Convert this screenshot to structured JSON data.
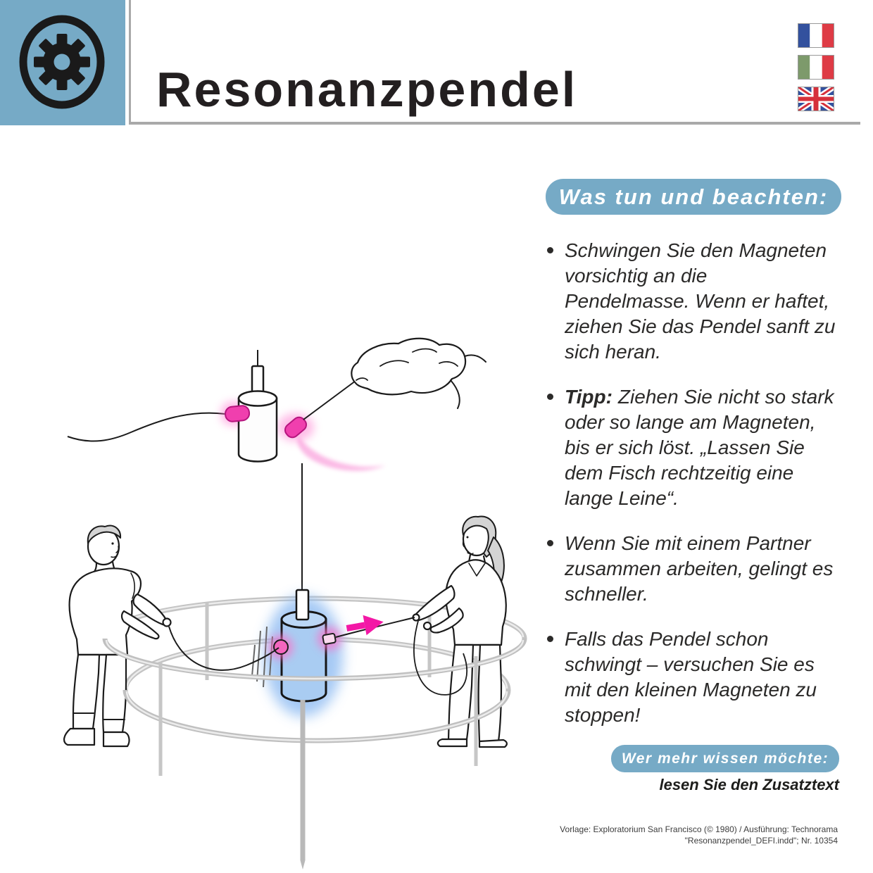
{
  "header": {
    "title": "Resonanzpendel",
    "category_icon": "gear-icon",
    "flags": [
      "france-flag",
      "italy-flag",
      "uk-flag"
    ]
  },
  "instructions": {
    "heading": "Was tun und beachten:",
    "bullets": [
      {
        "prefix": "",
        "text": "Schwingen Sie den Magneten vorsichtig an die Pendelmasse. Wenn er haftet, ziehen Sie das Pendel sanft zu sich heran."
      },
      {
        "prefix": "Tipp:",
        "text": "Ziehen Sie nicht so stark oder so lange am Magneten, bis er sich löst. „Lassen Sie dem Fisch rechtzeitig eine lange Leine“."
      },
      {
        "prefix": "",
        "text": "Wenn Sie mit einem Partner zusammen arbeiten, gelingt es schneller."
      },
      {
        "prefix": "",
        "text": "Falls das Pendel schon schwingt – versuchen Sie es mit den kleinen Magneten zu stoppen!"
      }
    ]
  },
  "more_info": {
    "heading": "Wer mehr wissen möchte:",
    "note": "lesen Sie den Zusatztext"
  },
  "footer": {
    "line1": "Vorlage: Exploratorium San Francisco (© 1980) / Ausführung: Technorama",
    "line2": "\"Resonanzpendel_DEFI.indd\"; Nr. 10354"
  },
  "colors": {
    "accent_blue": "#76AAC6",
    "magnet_pink": "#F03FAE",
    "pendulum_blue": "#A9CCF2",
    "ring_gray": "#C4C4C4"
  },
  "illustration": {
    "elements": [
      "pendulum-bob",
      "pendulum-wire",
      "magnet-left",
      "magnet-right",
      "pull-direction-arrow",
      "circular-railing",
      "person-left-man",
      "person-right-woman",
      "hand-pulling-magnet-detail"
    ]
  }
}
